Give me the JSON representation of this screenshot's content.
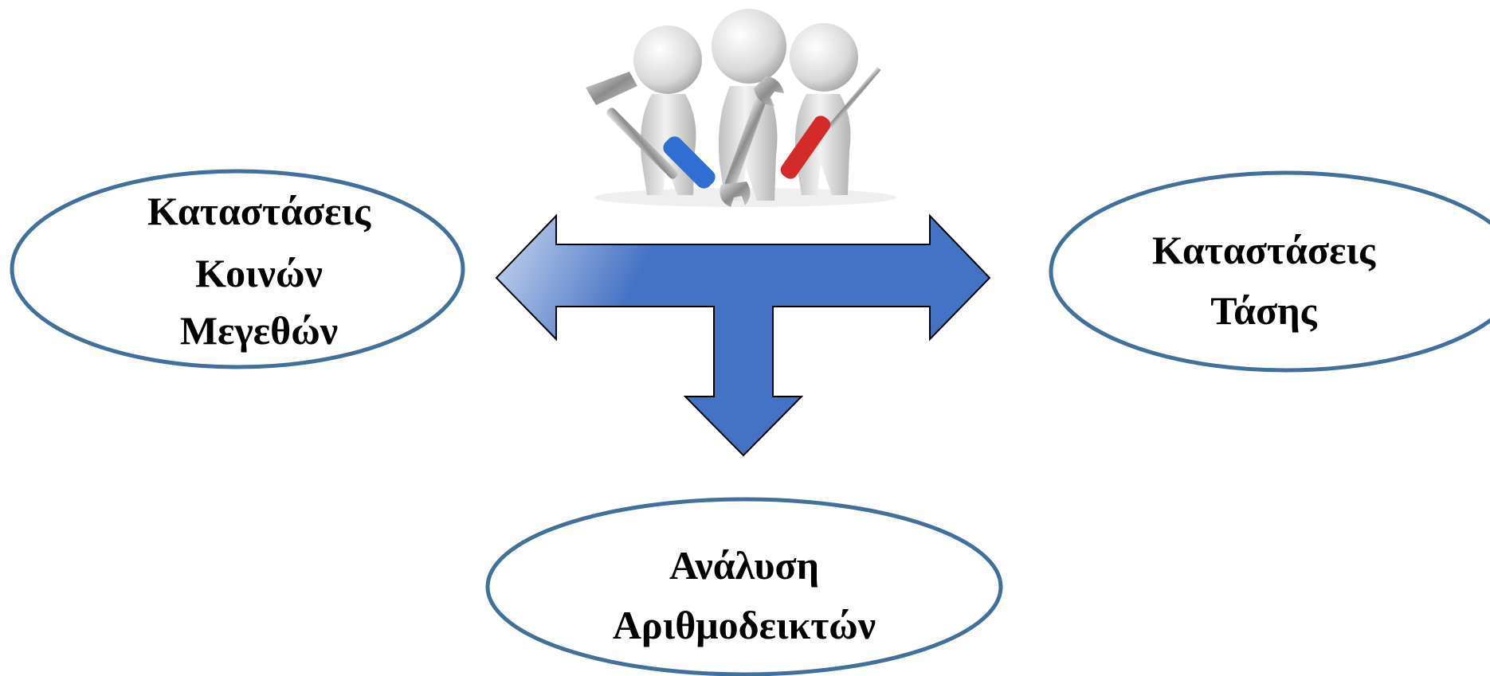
{
  "diagram": {
    "colors": {
      "ellipse_stroke": "#41709c",
      "ellipse_fill": "#ffffff",
      "arrow_dark": "#4472c4",
      "arrow_light": "#c9d6ef",
      "arrow_stroke": "#000000"
    },
    "illustration": {
      "icon": "three-workers-with-tools-icon"
    },
    "nodes": {
      "left": {
        "line1": "Καταστάσεις",
        "line2": "Κοινών",
        "line3": "Μεγεθών"
      },
      "right": {
        "line1": "Καταστάσεις",
        "line2": "Τάσης"
      },
      "bottom": {
        "line1": "Ανάλυση",
        "line2": "Αριθμοδεικτών"
      }
    }
  }
}
